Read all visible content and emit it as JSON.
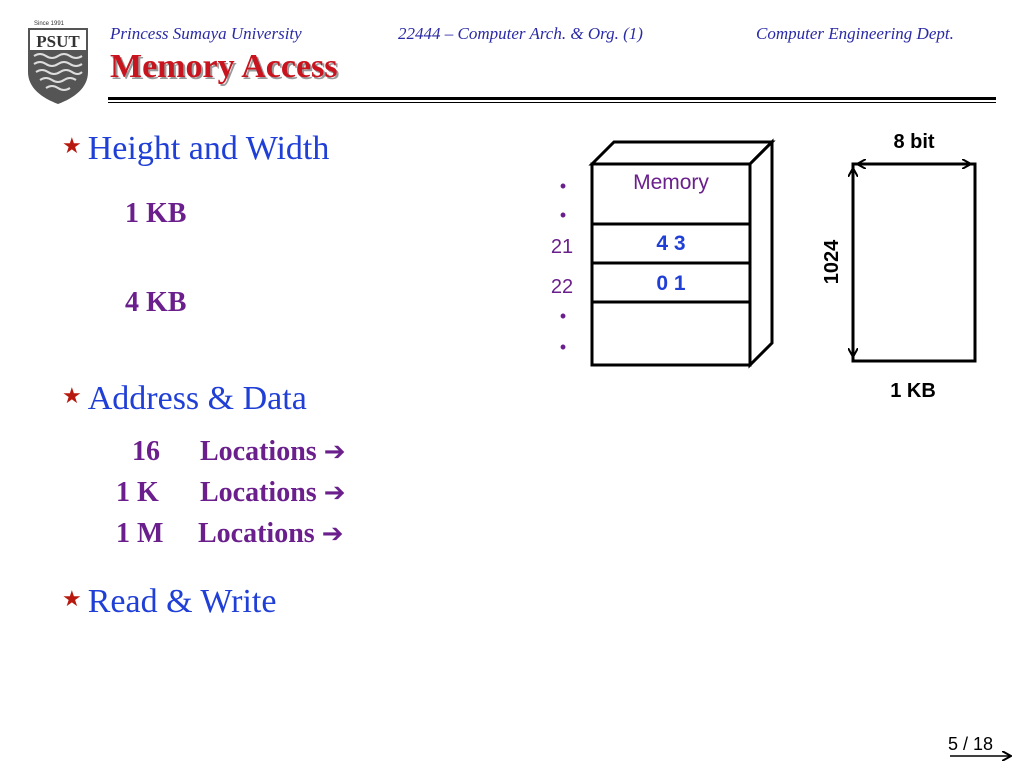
{
  "header": {
    "university": "Princess Sumaya University",
    "course": "22444 – Computer Arch. & Org. (1)",
    "department": "Computer Engineering Dept."
  },
  "logo": {
    "text": "PSUT",
    "since": "Since 1991"
  },
  "slide_title": "Memory Access",
  "bullets": [
    {
      "label": "Height and Width"
    },
    {
      "label": "Address & Data"
    },
    {
      "label": "Read & Write"
    }
  ],
  "sizes": {
    "kb1": "1 KB",
    "kb4": "4 KB"
  },
  "locations": [
    {
      "count": "16",
      "label": "Locations"
    },
    {
      "count": "1 K",
      "label": "Locations"
    },
    {
      "count": "1 M",
      "label": "Locations"
    }
  ],
  "memory": {
    "title": "Memory",
    "row_a_value": "4 3",
    "row_b_value": "0 1",
    "addr_a": "21",
    "addr_b": "22",
    "dot": "•"
  },
  "block": {
    "width_label": "8 bit",
    "height_label": "1024",
    "size_label": "1 KB"
  },
  "footer": {
    "page": "5 / 18"
  },
  "colors": {
    "title": "#c8141e",
    "bullet": "#1f3fd6",
    "sub": "#6a1f8c",
    "memory_text": "#6a1f8c",
    "value_text": "#1f3fd6"
  }
}
